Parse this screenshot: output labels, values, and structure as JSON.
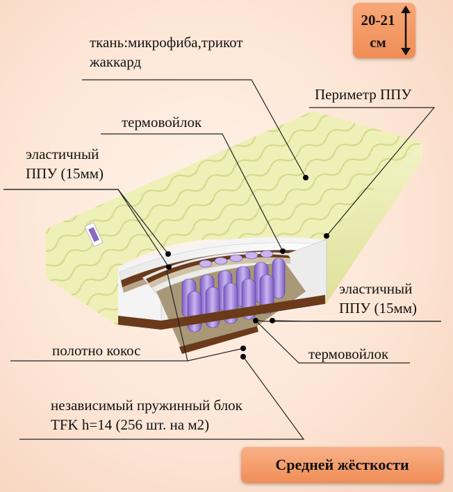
{
  "height_badge": {
    "value": "20-21",
    "unit": "см"
  },
  "labels": {
    "fabric_line1": "ткань:микрофиба,трикот",
    "fabric_line2": "жаккард",
    "perimeter": "Периметр ППУ",
    "thermofelt_top": "термовойлок",
    "foam_left_line1": "эластичный",
    "foam_left_line2": "ППУ (15мм)",
    "foam_right_line1": "эластичный",
    "foam_right_line2": "ППУ (15мм)",
    "coconut": "полотно кокос",
    "thermofelt_bottom": "термовойлок",
    "springs_line1": "независимый пружинный блок",
    "springs_line2": "TFK h=14 (256 шт. на м2)"
  },
  "firmness": "Средней жёсткости",
  "colors": {
    "badge": "#f08d56",
    "fabric": "#ecedb4",
    "springs": "#9a78d8",
    "coconut": "#6a3a1a"
  }
}
